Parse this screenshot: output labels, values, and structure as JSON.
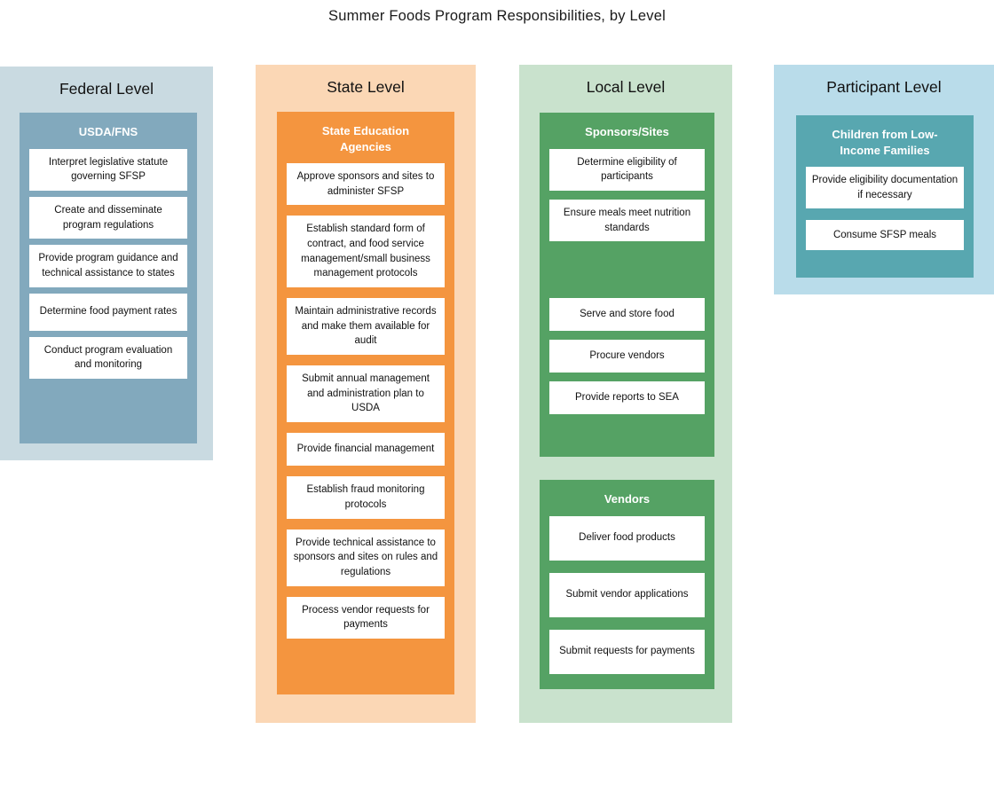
{
  "title": "Summer Foods Program Responsibilities, by Level",
  "columns": [
    {
      "id": "federal",
      "header": "Federal Level",
      "colors": {
        "background": "#c9dae1",
        "accent": "#82a9bd"
      },
      "groups": [
        {
          "title": "USDA/FNS",
          "items": [
            "Interpret legislative statute governing SFSP",
            "Create and disseminate program regulations",
            "Provide program guidance and technical assistance to states",
            "Determine food payment rates",
            "Conduct program evaluation and monitoring"
          ]
        }
      ]
    },
    {
      "id": "state",
      "header": "State Level",
      "colors": {
        "background": "#fbd7b5",
        "accent": "#f4953f"
      },
      "groups": [
        {
          "title": "State Education Agencies",
          "items": [
            "Approve sponsors and sites to administer SFSP",
            "Establish standard form of contract, and food service management/small business management protocols",
            "Maintain administrative records and make them available for audit",
            "Submit annual management and administration plan to USDA",
            "Provide financial management",
            "Establish fraud monitoring protocols",
            "Provide technical assistance to sponsors and sites on rules and regulations",
            "Process vendor requests for payments"
          ]
        }
      ]
    },
    {
      "id": "local",
      "header": "Local Level",
      "colors": {
        "background": "#c9e2cd",
        "accent": "#55a264"
      },
      "groups": [
        {
          "title": "Sponsors/Sites",
          "spacer_after_index": 1,
          "items": [
            "Determine eligibility of participants",
            "Ensure meals meet nutrition standards",
            "Serve and store food",
            "Procure vendors",
            "Provide reports to SEA"
          ]
        },
        {
          "title": "Vendors",
          "items": [
            "Deliver food products",
            "Submit vendor applications",
            "Submit requests for payments"
          ]
        }
      ]
    },
    {
      "id": "participant",
      "header": "Participant Level",
      "colors": {
        "background": "#b9dcea",
        "accent": "#58a7b0"
      },
      "groups": [
        {
          "title": "Children from Low-Income Families",
          "items": [
            "Provide eligibility documentation if necessary",
            "Consume SFSP meals"
          ]
        }
      ]
    }
  ]
}
